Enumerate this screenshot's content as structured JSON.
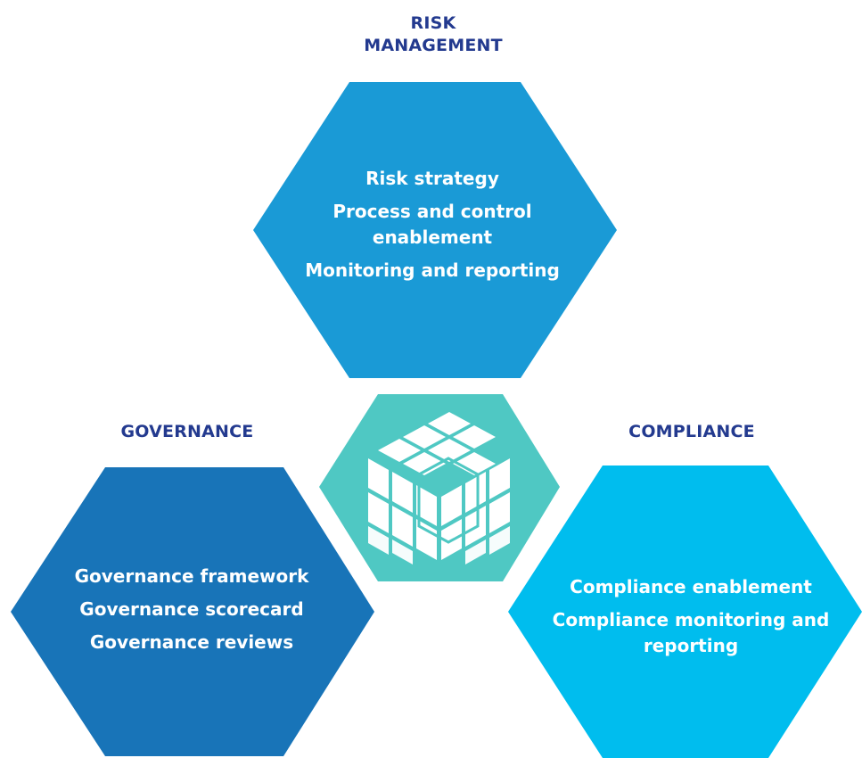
{
  "colors": {
    "heading": "#233a8f",
    "risk_hex": "#1a9ad6",
    "governance_hex": "#1874b8",
    "compliance_hex": "#00bdee",
    "center_hex": "#4fc8c3",
    "cube": "#ffffff"
  },
  "center": {
    "icon": "cube-icon"
  },
  "risk": {
    "heading_line1": "RISK",
    "heading_line2": "MANAGEMENT",
    "items": [
      "Risk strategy",
      "Process and control",
      "enablement",
      "Monitoring and reporting"
    ]
  },
  "governance": {
    "heading": "GOVERNANCE",
    "items": [
      "Governance framework",
      "Governance scorecard",
      "Governance reviews"
    ]
  },
  "compliance": {
    "heading": "COMPLIANCE",
    "items": [
      "Compliance enablement",
      "Compliance monitoring and",
      "reporting"
    ]
  }
}
